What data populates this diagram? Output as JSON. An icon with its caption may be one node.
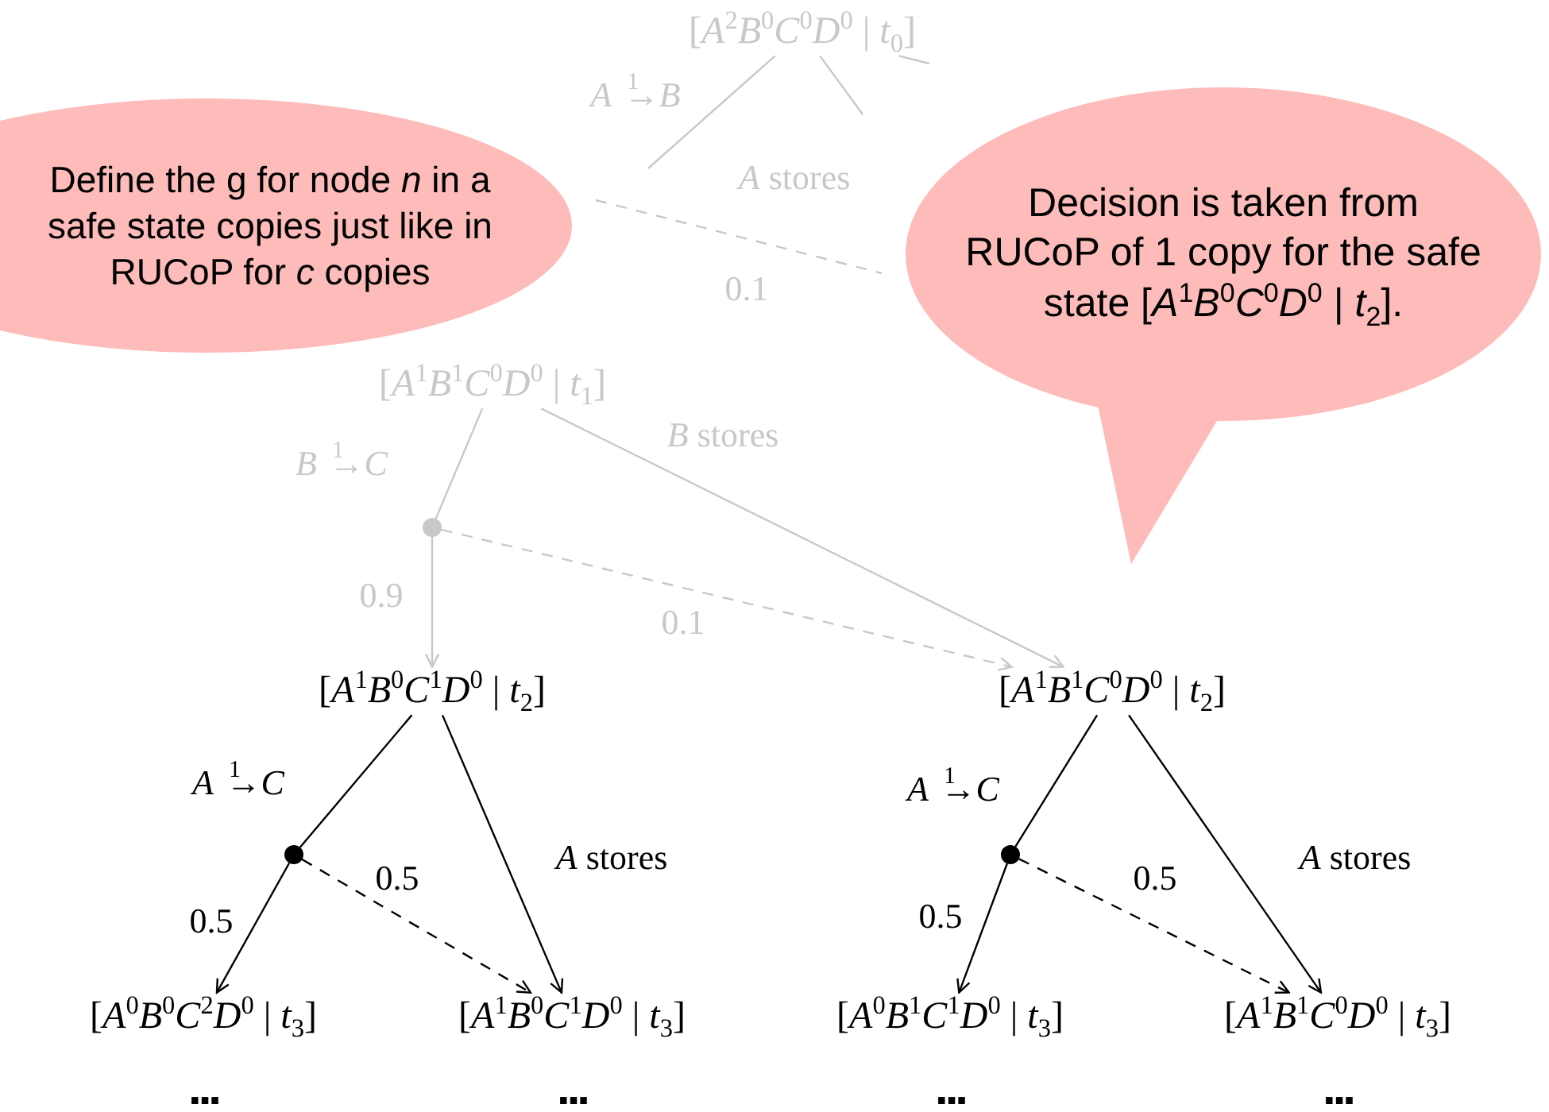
{
  "diagram": {
    "nodes": [
      {
        "text": [
          "[*A*$^{2}$*B*$^{0}$*C*$^{0}$*D*$^{0}$ | *t*$_{0}$]"
        ]
      },
      {
        "text": [
          "[*A*$^{1}$*B*$^{1}$*C*$^{0}$*D*$^{0}$ | *t*$_{1}$]"
        ]
      },
      {
        "text": [],
        "shape": "circle"
      },
      {
        "text": [
          "[*A*$^{1}$*B*$^{0}$*C*$^{1}$*D*$^{0}$ | *t*$_{2}$]"
        ]
      },
      {
        "text": [
          "[*A*$^{1}$*B*$^{1}$*C*$^{0}$*D*$^{0}$ | *t*$_{2}$]"
        ]
      },
      {
        "text": [],
        "shape": "circle"
      },
      {
        "text": [],
        "shape": "circle"
      },
      {
        "text": [
          "[*A*$^{0}$*B*$^{0}$*C*$^{2}$*D*$^{0}$ | *t*$_{3}$]"
        ]
      },
      {
        "text": [
          "[*A*$^{1}$*B*$^{0}$*C*$^{1}$*D*$^{0}$ | *t*$_{3}$]"
        ]
      },
      {
        "text": [
          "[*A*$^{0}$*B*$^{1}$*C*$^{1}$*D*$^{0}$ | *t*$_{3}$]"
        ]
      },
      {
        "text": [
          "[*A*$^{1}$*B*$^{1}$*C*$^{0}$*D*$^{0}$ | *t*$_{3}$]"
        ]
      },
      {
        "text": [
          "Define the g for node *n* in a safe state copies just like in RUCoP for *c* copies"
        ]
      },
      {
        "text": [
          "Decision is taken from RUCoP of 1 copy for the safe state [*A*$^{1}$*B*$^{0}$*C*$^{0}$*D*$^{0}$ | *t*$_{2}$]."
        ]
      }
    ],
    "edges": [
      {
        "from": 0,
        "to": null,
        "arrow": "none",
        "label": "*A* $^{1}$→*B*",
        "color": "#c8c8c8"
      },
      {
        "from": 0,
        "to": null,
        "arrow": "none",
        "label": "*A* stores",
        "color": "#c8c8c8"
      },
      {
        "from": 0,
        "to": null,
        "arrow": "none",
        "color": "#c8c8c8"
      },
      {
        "from": 1,
        "to": 2,
        "arrow": "none",
        "label": "*B* $^{1}$→*C*",
        "color": "#c8c8c8"
      },
      {
        "from": 2,
        "to": 3,
        "arrow": "to",
        "label": "0.9",
        "color": "#c8c8c8"
      },
      {
        "from": 2,
        "to": 4,
        "arrow": "to",
        "label": "0.1",
        "style": "dashed",
        "color": "#c8c8c8"
      },
      {
        "from": 1,
        "to": 4,
        "arrow": "to",
        "label": "*B* stores",
        "color": "#c8c8c8"
      },
      {
        "from": 3,
        "to": 5,
        "arrow": "none",
        "label": "*A* $^{1}$→*C*"
      },
      {
        "from": 5,
        "to": 7,
        "arrow": "to",
        "label": "0.5"
      },
      {
        "from": 5,
        "to": 8,
        "arrow": "to",
        "label": "0.5",
        "style": "dashed"
      },
      {
        "from": 3,
        "to": 8,
        "arrow": "to",
        "label": "*A* stores"
      },
      {
        "from": 4,
        "to": 6,
        "arrow": "none",
        "label": "*A* $^{1}$→*C*"
      },
      {
        "from": 6,
        "to": 9,
        "arrow": "to",
        "label": "0.5"
      },
      {
        "from": 6,
        "to": 10,
        "arrow": "to",
        "label": "0.5",
        "style": "dashed"
      },
      {
        "from": 4,
        "to": 10,
        "arrow": "to",
        "label": "*A* stores"
      }
    ],
    "labels": [
      "0.1",
      "...",
      "...",
      "...",
      "..."
    ]
  }
}
